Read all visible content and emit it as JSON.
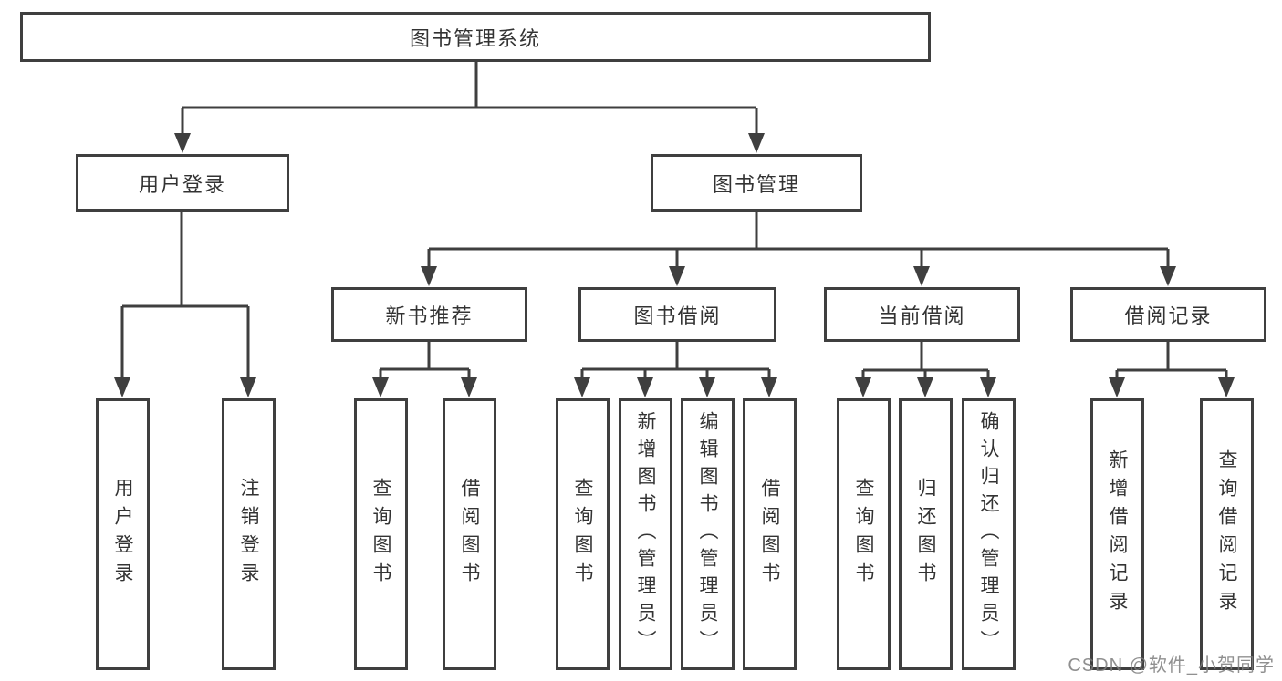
{
  "title": "图书管理系统",
  "level2": {
    "user": {
      "label": "用户登录"
    },
    "book": {
      "label": "图书管理"
    }
  },
  "level3": {
    "recommend": {
      "label": "新书推荐"
    },
    "borrow": {
      "label": "图书借阅"
    },
    "current": {
      "label": "当前借阅"
    },
    "record": {
      "label": "借阅记录"
    }
  },
  "leaves": {
    "user_login": "用户登录",
    "logout": "注销登录",
    "rec_query": "查询图书",
    "rec_borrow": "借阅图书",
    "bor_query": "查询图书",
    "bor_add": "新增图书（管理员）",
    "bor_edit": "编辑图书（管理员）",
    "bor_borrow": "借阅图书",
    "cur_query": "查询图书",
    "cur_return": "归还图书",
    "cur_confirm": "确认归还（管理员）",
    "record_add": "新增借阅记录",
    "record_query": "查询借阅记录"
  },
  "watermark": "CSDN @软件_小贺同学",
  "colors": {
    "line": "#3f3f3f",
    "border": "#3f3f3f",
    "text": "#333333",
    "watermark": "#7d7d7d",
    "background": "#ffffff"
  }
}
